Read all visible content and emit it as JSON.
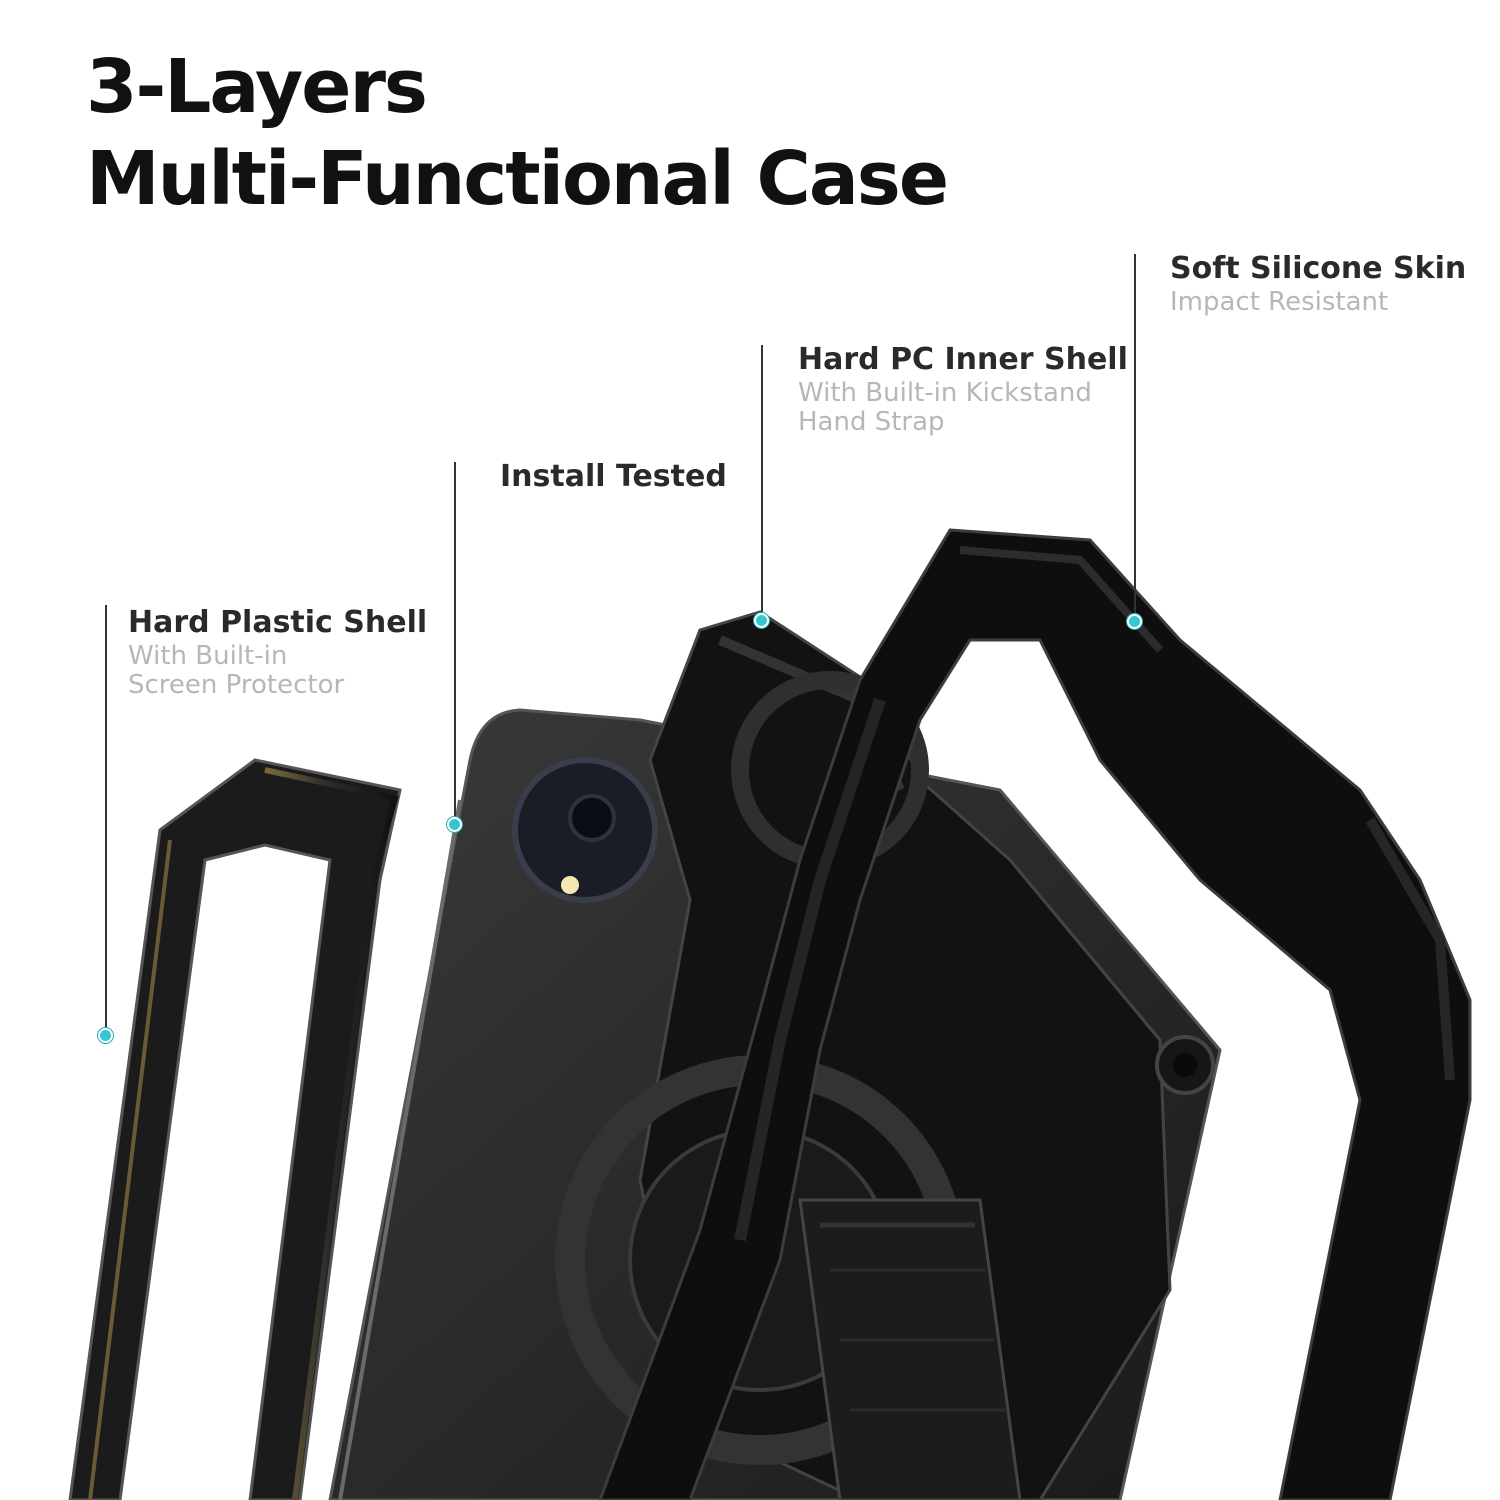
{
  "header": {
    "title_line1": "3-Layers",
    "title_line2": "Multi-Functional Case"
  },
  "callouts": [
    {
      "title": "Hard Plastic Shell",
      "lines": [
        "With Built-in",
        "Screen Protector"
      ]
    },
    {
      "title": "Install Tested"
    },
    {
      "title": "Hard PC Inner Shell",
      "lines": [
        "With Built-in Kickstand",
        "Hand Strap"
      ]
    },
    {
      "title": "Soft Silicone Skin",
      "lines": [
        "Impact Resistant"
      ]
    }
  ],
  "colors": {
    "marker": "#35c6d3",
    "case": "#111111",
    "tablet": "#2b2b2b",
    "subtitle": "#b7b7b7"
  }
}
